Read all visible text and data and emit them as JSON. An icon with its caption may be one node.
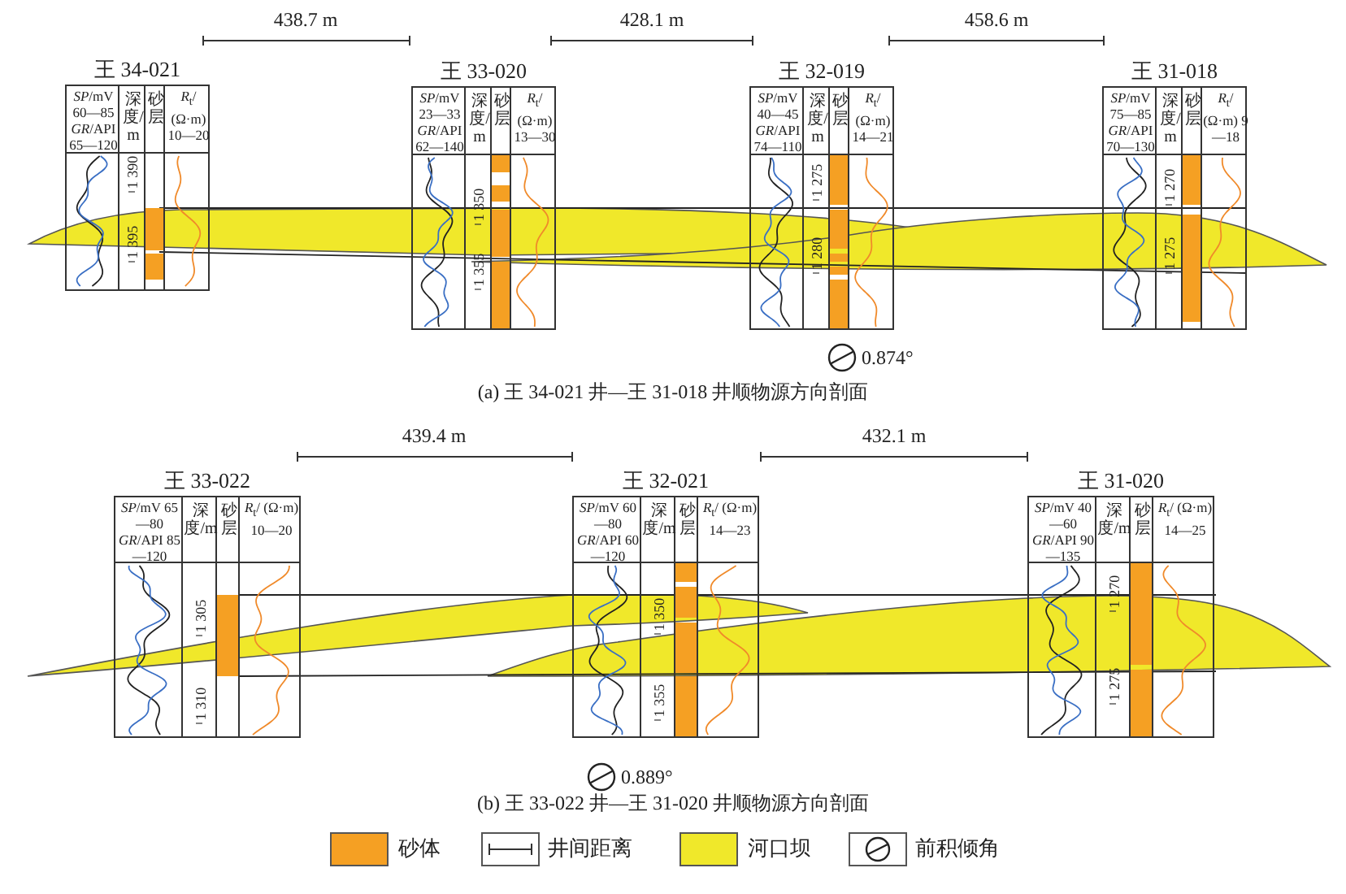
{
  "diagram": {
    "nodes": [
      {
        "text": [
          "*SP*/mV 60—85 *GR*/API 65—120",
          "深度/m",
          "砂层",
          "*R*$_{t}$/ (Ω·m) 10—20",
          "1 390",
          "1 395"
        ],
        "beside": [
          "王 34-021"
        ]
      },
      {
        "text": [
          "*SP*/mV 23—33 *GR*/API 62—140",
          "深度/m",
          "砂层",
          "*R*$_{t}$/ (Ω·m) 13—30",
          "1 350",
          "1 355"
        ],
        "beside": [
          "王 33-020"
        ]
      },
      {
        "text": [
          "*SP*/mV 40—45 *GR*/API 74—110",
          "深度/m",
          "砂层",
          "*R*$_{t}$/ (Ω·m) 14—21",
          "1 275",
          "1 280"
        ],
        "beside": [
          "王 32-019"
        ]
      },
      {
        "text": [
          "*SP*/mV 75—85 *GR*/API 70—130",
          "深度/m",
          "砂层",
          "*R*$_{t}$/ (Ω·m) 9—18",
          "1 270",
          "1 275"
        ],
        "beside": [
          "王 31-018"
        ]
      },
      {
        "text": [
          "*SP*/mV 65—80 *GR*/API 85—120",
          "深度/m",
          "砂层",
          "*R*$_{t}$/ (Ω·m) 10—20",
          "1 305",
          "1 310"
        ],
        "beside": [
          "王 33-022"
        ]
      },
      {
        "text": [
          "*SP*/mV 60—80 *GR*/API 60—120",
          "深度/m",
          "砂层",
          "*R*$_{t}$/ (Ω·m) 14—23",
          "1 350",
          "1 355"
        ],
        "beside": [
          "王 32-021"
        ]
      },
      {
        "text": [
          "*SP*/mV 40—60 *GR*/API 90—135",
          "深度/m",
          "砂层",
          "*R*$_{t}$/ (Ω·m) 14—25",
          "1 270",
          "1 275"
        ],
        "beside": [
          "王 31-020"
        ]
      }
    ],
    "labels": [
      "438.7 m",
      "428.1 m",
      "458.6 m",
      "0.874°",
      "(a) 王 34-021 井—王 31-018 井顺物源方向剖面",
      "439.4 m",
      "432.1 m",
      "0.889°",
      "(b) 王 33-022 井—王 31-020 井顺物源方向剖面"
    ],
    "legend": [
      {
        "text": "砂体",
        "color": "#f5a023"
      },
      {
        "text": "井间距离"
      },
      {
        "text": "河口坝",
        "color": "#f0e82a"
      },
      {
        "text": "前积倾角"
      }
    ]
  }
}
